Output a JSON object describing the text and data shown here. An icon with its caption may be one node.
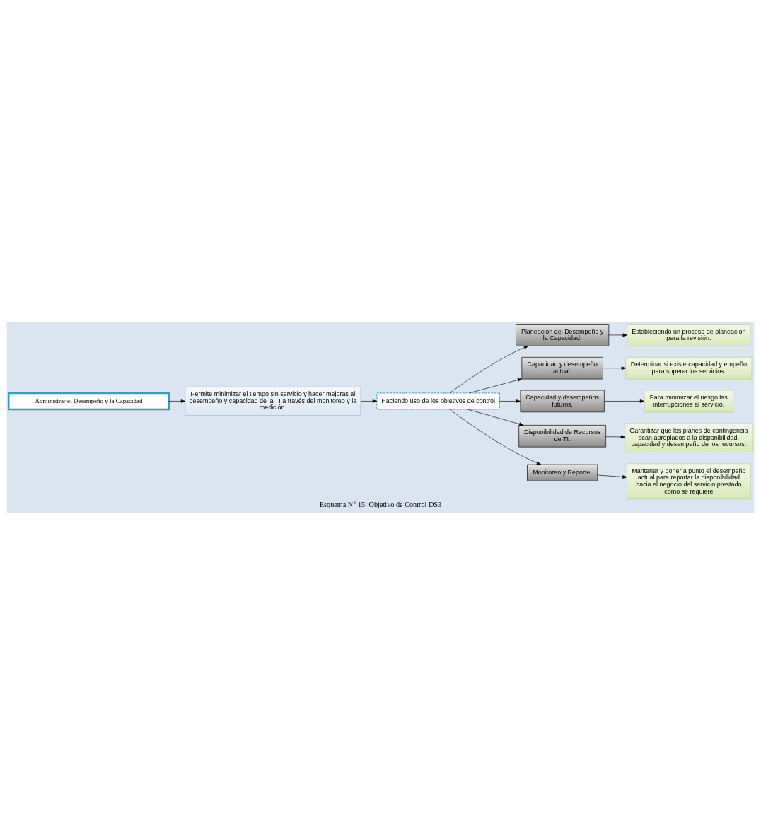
{
  "diagram": {
    "caption": "Esquema N° 15: Objetivo de Control DS3",
    "nodes": [
      {
        "text": [
          "Administrar el Desempeño y la Capacidad"
        ]
      },
      {
        "text": [
          "Permite minimizar el tiempo sin servicio y hacer mejoras al desempeño y capacidad de la TI a través del monitoreo y la medición."
        ]
      },
      {
        "text": [
          "Haciendo uso de los objetivos de control"
        ]
      },
      {
        "text": [
          "Planeación del Desempeño y la Capacidad."
        ]
      },
      {
        "text": [
          "Estableciendo un proceso de planeación para la revisión."
        ]
      },
      {
        "text": [
          "Capacidad y desempeño actual."
        ]
      },
      {
        "text": [
          "Determinar si existe capacidad y empeño para superar los servicios."
        ]
      },
      {
        "text": [
          "Capacidad y desempeños futuros."
        ]
      },
      {
        "text": [
          "Para minimizar el riesgo las interrupciones al servicio."
        ]
      },
      {
        "text": [
          "Disponibilidad de Recursos de TI."
        ]
      },
      {
        "text": [
          "Garantizar que los planes de contingencia sean apropiados a la disponibilidad, capacidad y desempeño de los recursos."
        ]
      },
      {
        "text": [
          "Monitoreo y Reporte."
        ]
      },
      {
        "text": [
          "Mantener y poner a punto el desempeño actual para reportar la disponibilidad hacia el negocio del servicio prestado como se requiere"
        ]
      }
    ],
    "edges": [
      {
        "from": 0,
        "to": 1,
        "arrow": "to"
      },
      {
        "from": 1,
        "to": 2,
        "arrow": "to"
      },
      {
        "from": 2,
        "to": 3,
        "arrow": "to"
      },
      {
        "from": 2,
        "to": 5,
        "arrow": "to"
      },
      {
        "from": 2,
        "to": 7,
        "arrow": "to"
      },
      {
        "from": 2,
        "to": 9,
        "arrow": "to"
      },
      {
        "from": 2,
        "to": 11,
        "arrow": "to"
      },
      {
        "from": 3,
        "to": 4,
        "arrow": "to"
      },
      {
        "from": 5,
        "to": 6,
        "arrow": "to"
      },
      {
        "from": 7,
        "to": 8,
        "arrow": "to"
      },
      {
        "from": 9,
        "to": 10,
        "arrow": "to"
      },
      {
        "from": 11,
        "to": 12,
        "arrow": "to"
      }
    ]
  }
}
